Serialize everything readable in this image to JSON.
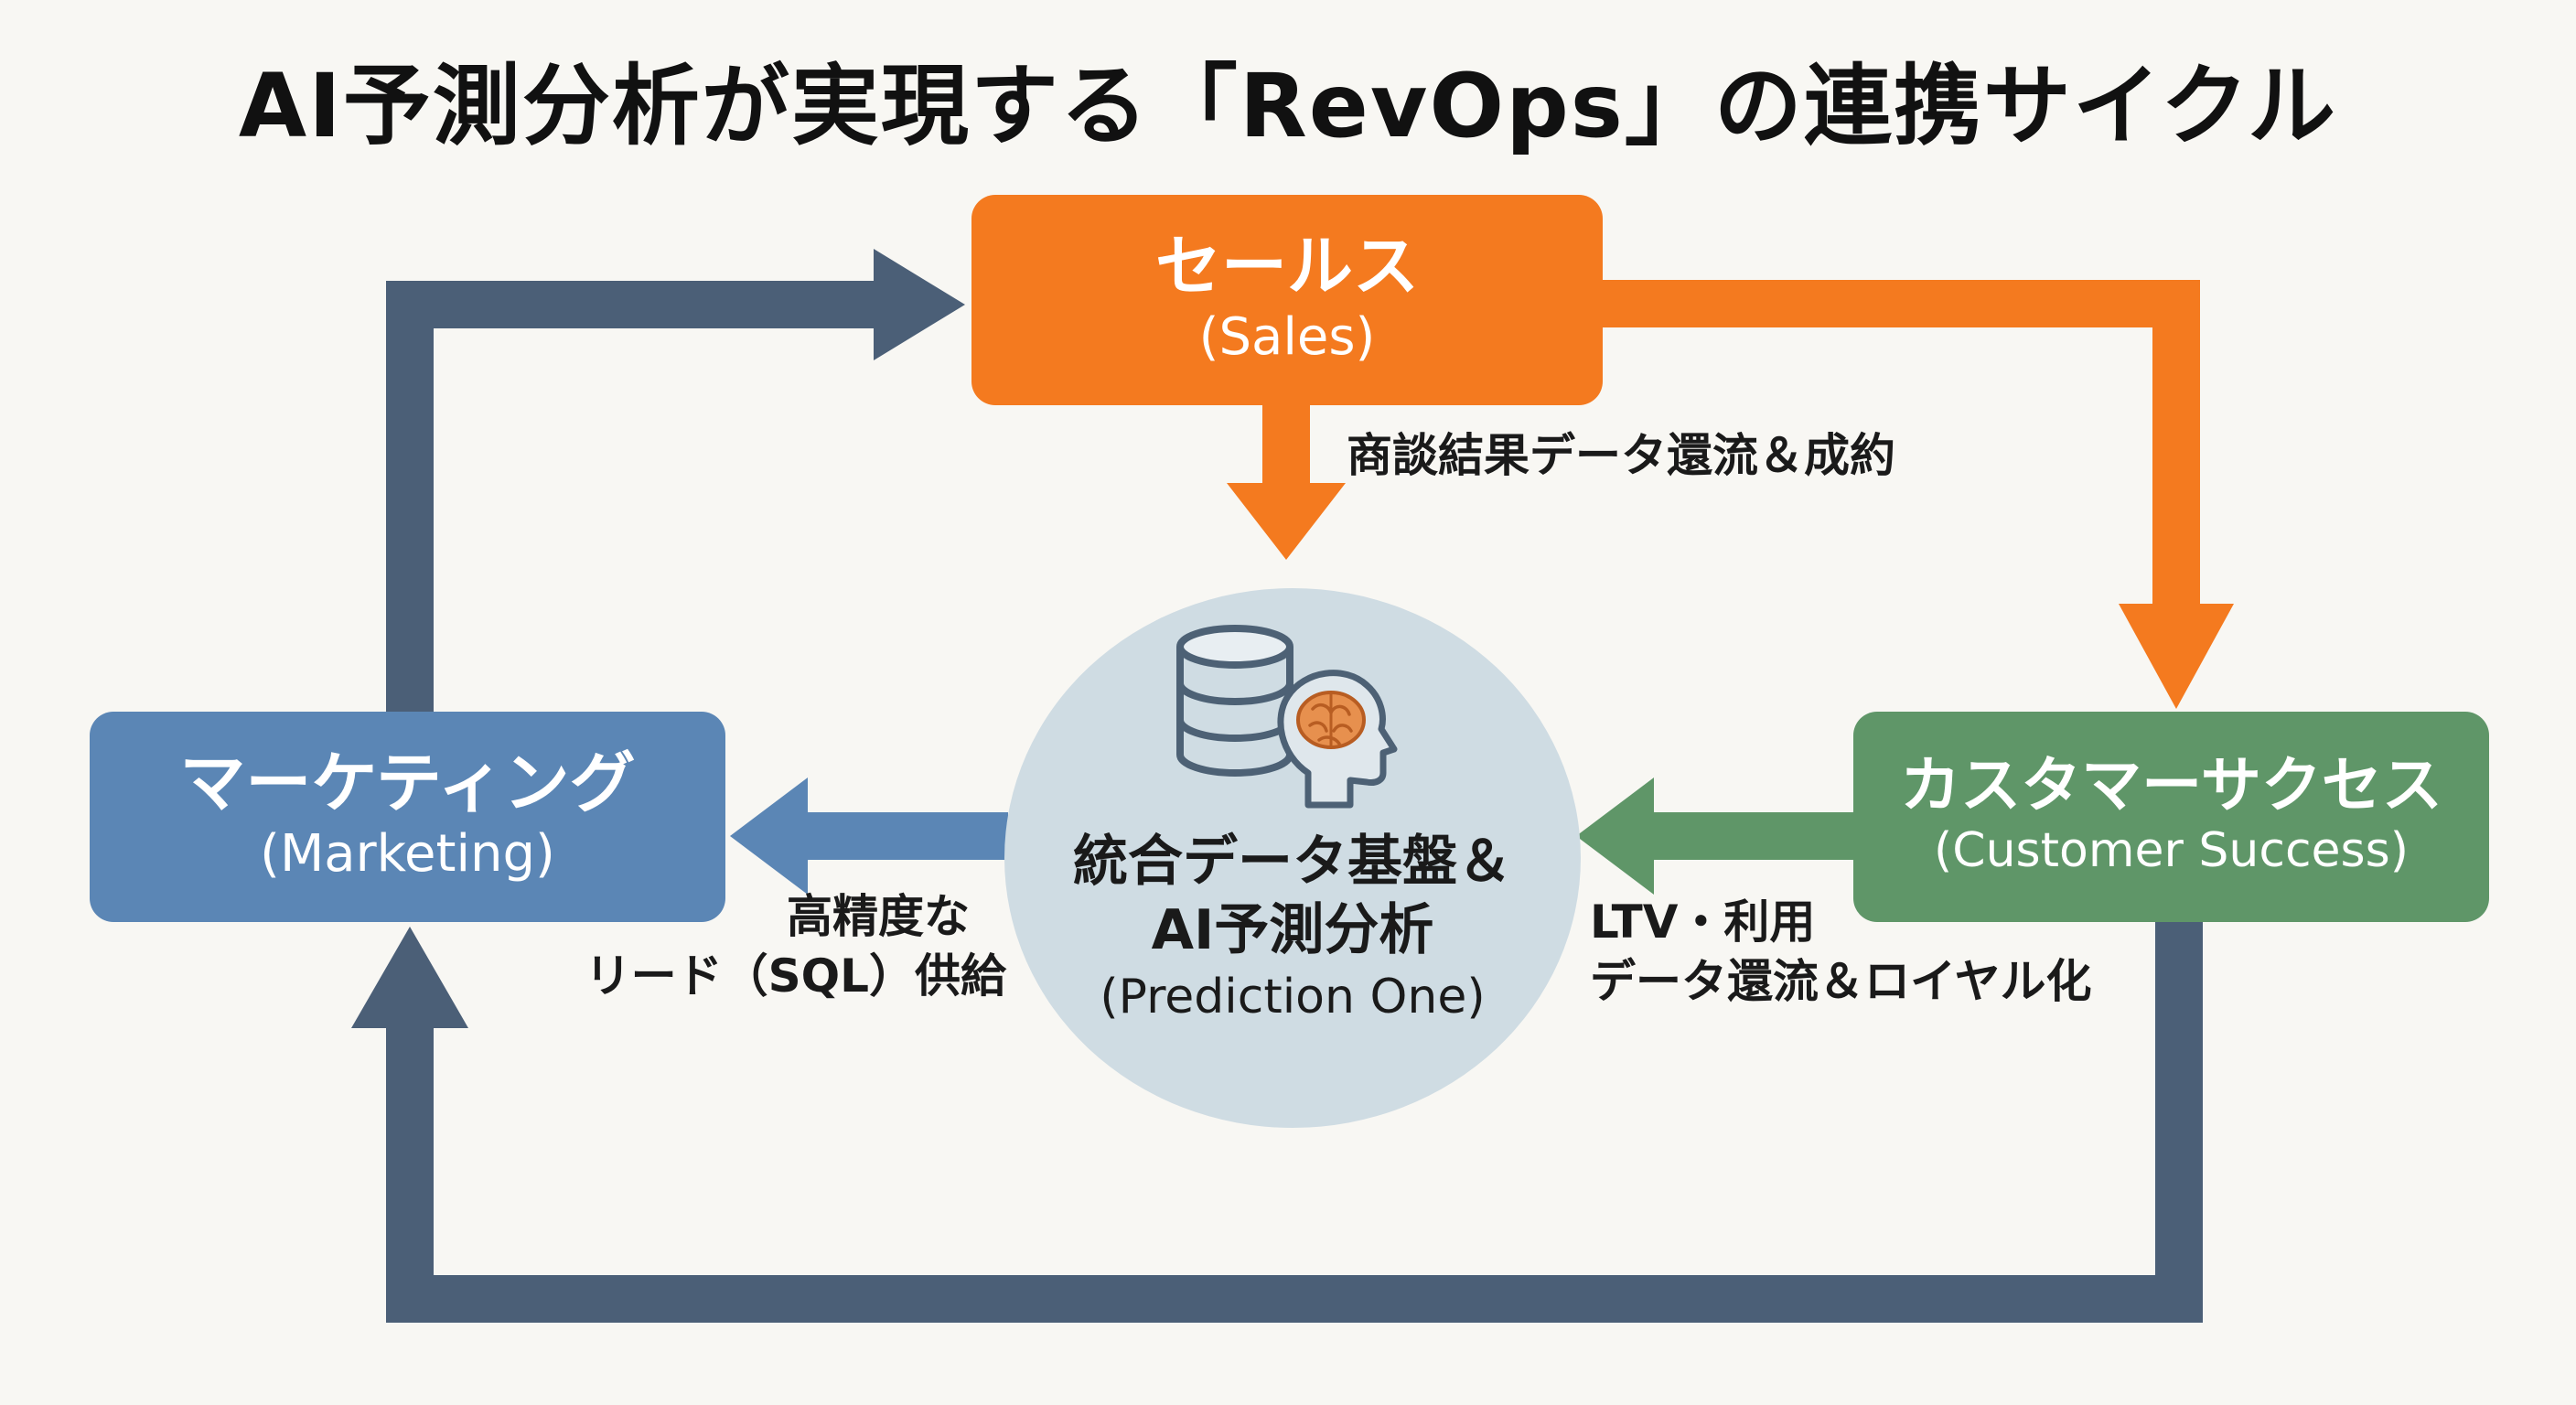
{
  "title": "AI予測分析が実現する「RevOps」の連携サイクル",
  "nodes": {
    "sales": {
      "label": "セールス",
      "sublabel": "(Sales)"
    },
    "marketing": {
      "label": "マーケティング",
      "sublabel": "(Marketing)"
    },
    "customer_success": {
      "label": "カスタマーサクセス",
      "sublabel": "(Customer Success)"
    },
    "hub": {
      "line1": "統合データ基盤＆",
      "line2": "AI予測分析",
      "line3": "(Prediction One)",
      "icons": [
        "database-icon",
        "brain-head-icon"
      ]
    }
  },
  "edges": {
    "sales_to_hub": {
      "label": "商談結果データ還流＆成約"
    },
    "hub_to_marketing": {
      "line1": "高精度な",
      "line2": "リード（SQL）供給"
    },
    "cs_to_hub": {
      "line1": "LTV・利用",
      "line2": "データ還流＆ロイヤル化"
    }
  },
  "colors": {
    "sales": "#f47a1f",
    "marketing": "#5b86b5",
    "customer_success": "#5f9668",
    "cycle_arrow": "#4b5f77",
    "hub": "#cfdce3",
    "background": "#f8f7f3"
  }
}
